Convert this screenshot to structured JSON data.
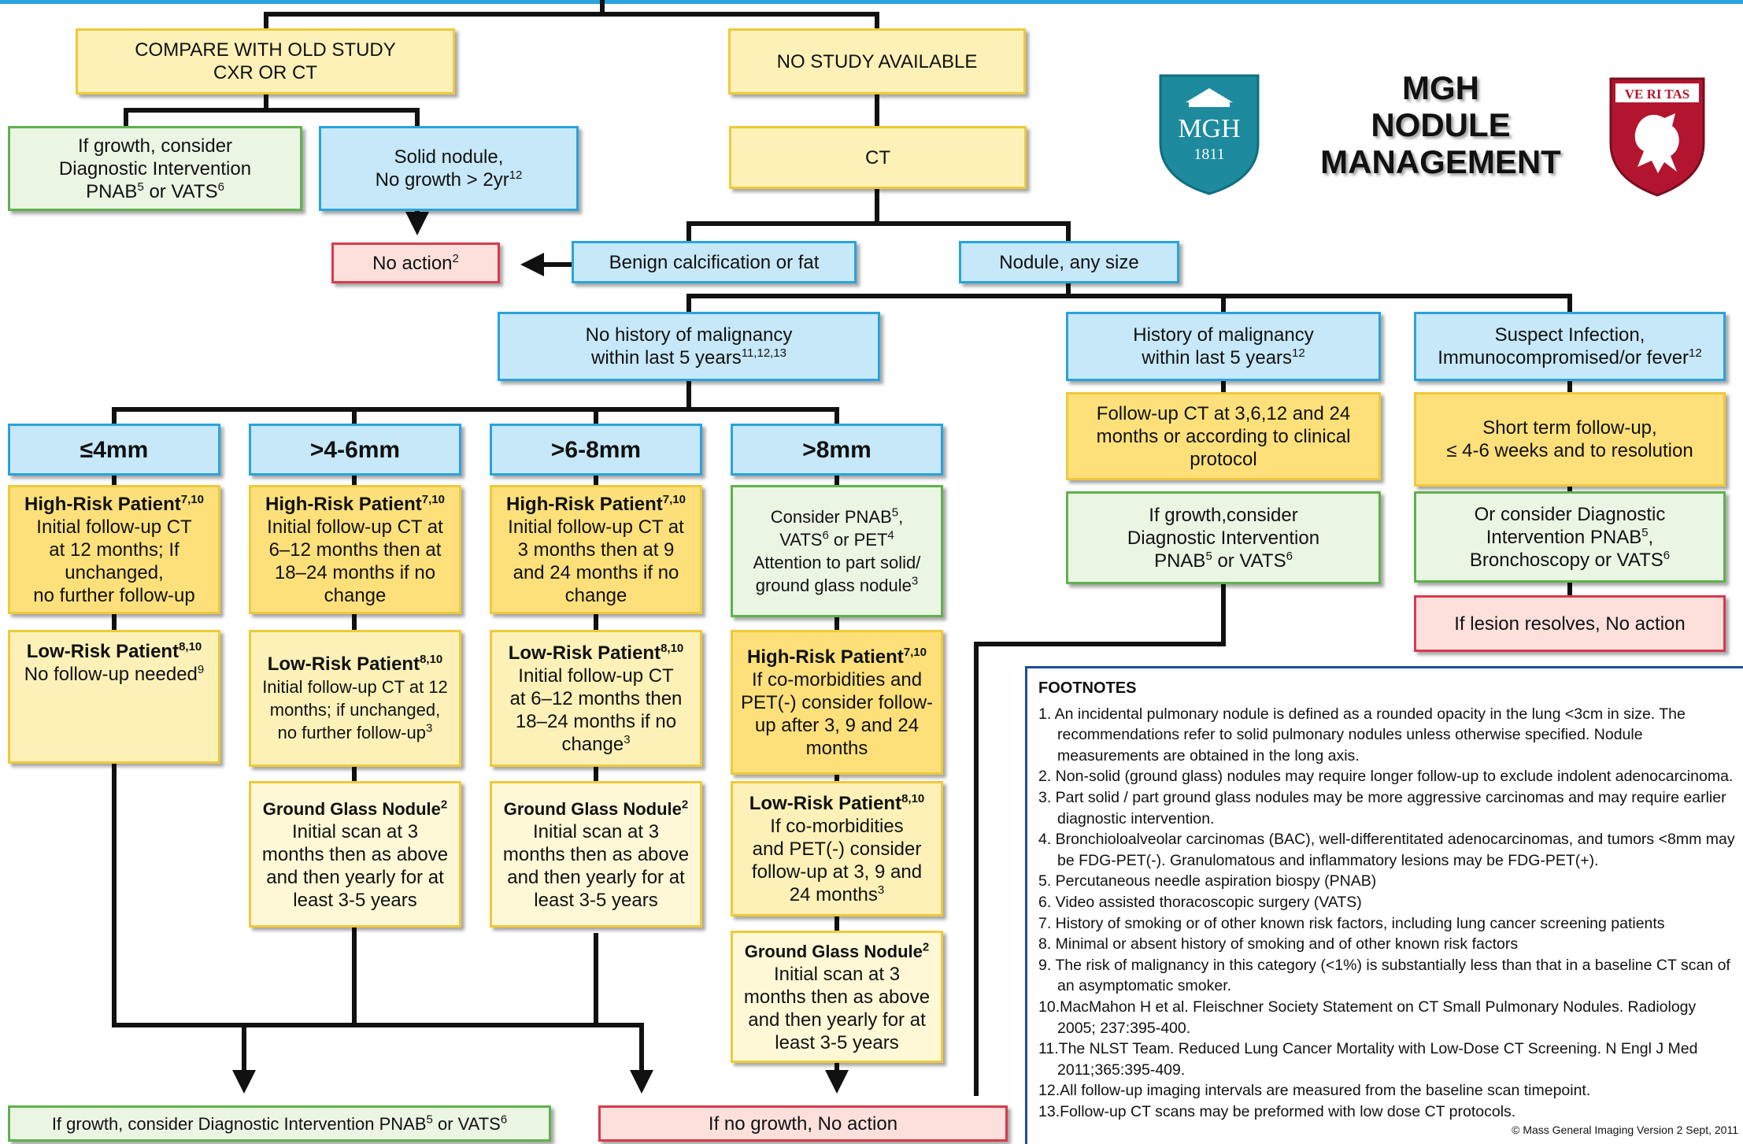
{
  "title": {
    "line1": "MGH",
    "line2": "NODULE",
    "line3": "MANAGEMENT"
  },
  "logos": {
    "mgh_text": "MGH",
    "mgh_year": "1811",
    "harvard_text": "VE RI TAS"
  },
  "top": {
    "compare": {
      "line1": "COMPARE WITH OLD STUDY",
      "line2": "CXR OR CT"
    },
    "no_study": "NO STUDY AVAILABLE",
    "ct": "CT",
    "growth": {
      "line1": "If growth, consider",
      "line2": "Diagnostic Intervention",
      "line3a": "PNAB",
      "sup1": "5",
      "line3b": " or VATS",
      "sup2": "6"
    },
    "solid": {
      "line1": "Solid nodule,",
      "line2": "No growth > 2yr",
      "sup": "12"
    },
    "no_action": {
      "text": "No action",
      "sup": "2"
    },
    "benign": "Benign calcification or fat",
    "nodule_any": "Nodule, any size"
  },
  "branches": {
    "no_history": {
      "line1": "No history of malignancy",
      "line2": "within last 5 years",
      "sup": "11,12,13"
    },
    "history": {
      "line1": "History of malignancy",
      "line2": "within last 5 years",
      "sup": "12"
    },
    "infection": {
      "line1": "Suspect Infection,",
      "line2": "Immunocompromised/or fever",
      "sup": "12"
    },
    "history_follow": {
      "line1": "Follow-up CT at 3,6,12 and 24",
      "line2": "months or according to clinical",
      "line3": "protocol"
    },
    "history_growth": {
      "line1": "If growth,consider",
      "line2": "Diagnostic Intervention",
      "line3a": "PNAB",
      "sup1": "5",
      "line3b": " or VATS",
      "sup2": "6"
    },
    "infection_short": {
      "line1": "Short term follow-up,",
      "line2": "≤ 4-6 weeks and to resolution"
    },
    "infection_consider": {
      "line1": "Or consider Diagnostic",
      "line2a": "Intervention PNAB",
      "sup1": "5",
      "line2b": ",",
      "line3a": "Bronchoscopy or VATS",
      "sup2": "6"
    },
    "infection_resolves": "If lesion resolves, No action"
  },
  "sizes": {
    "s4": {
      "header": "≤4mm",
      "high_title": "High-Risk Patient",
      "high_sup": "7,10",
      "high_lines": [
        "Initial follow-up CT",
        "at 12 months; If",
        "unchanged,",
        "no further follow-up"
      ],
      "low_title": "Low-Risk Patient",
      "low_sup": "8,10",
      "low_line": "No follow-up needed",
      "low_line_sup": "9"
    },
    "s6": {
      "header": ">4-6mm",
      "high_title": "High-Risk Patient",
      "high_sup": "7,10",
      "high_lines": [
        "Initial follow-up CT at",
        "6–12 months then at",
        "18–24 months if no",
        "change"
      ],
      "low_title": "Low-Risk Patient",
      "low_sup": "8,10",
      "low_lines": [
        "Initial follow-up CT at 12",
        "months; if unchanged,"
      ],
      "low_last": "no further follow-up",
      "low_last_sup": "3",
      "gg_title": "Ground Glass Nodule",
      "gg_sup": "2",
      "gg_lines": [
        "Initial scan at 3",
        "months then as above",
        "and then yearly for at",
        "least 3-5 years"
      ]
    },
    "s8": {
      "header": ">6-8mm",
      "high_title": "High-Risk Patient",
      "high_sup": "7,10",
      "high_lines": [
        "Initial follow-up CT at",
        "3 months then at 9",
        "and 24 months if no",
        "change"
      ],
      "low_title": "Low-Risk Patient",
      "low_sup": "8,10",
      "low_lines": [
        "Initial follow-up CT",
        "at 6–12 months then",
        "18–24 months if no"
      ],
      "low_last": "change",
      "low_last_sup": "3",
      "gg_title": "Ground Glass Nodule",
      "gg_sup": "2",
      "gg_lines": [
        "Initial scan at 3",
        "months then as above",
        "and then yearly for at",
        "least 3-5 years"
      ]
    },
    "s9": {
      "header": ">8mm",
      "consider": {
        "l1a": "Consider PNAB",
        "l1s": "5",
        "l1b": ",",
        "l2a": "VATS",
        "l2s": "6",
        "l2b": " or PET",
        "l2s2": "4",
        "l3": "Attention to part solid/",
        "l4a": "ground glass nodule",
        "l4s": "3"
      },
      "high_title": "High-Risk Patient",
      "high_sup": "7,10",
      "high_lines": [
        "If co-morbidities and",
        "PET(-) consider follow-",
        "up after 3, 9 and 24",
        "months"
      ],
      "low_title": "Low-Risk Patient",
      "low_sup": "8,10",
      "low_lines": [
        "If co-morbidities",
        "and PET(-) consider",
        "follow-up at 3, 9 and"
      ],
      "low_last": "24 months",
      "low_last_sup": "3",
      "gg_title": "Ground Glass Nodule",
      "gg_sup": "2",
      "gg_lines": [
        "Initial scan at 3",
        "months then as above",
        "and then yearly for at",
        "least 3-5 years"
      ]
    }
  },
  "bottom": {
    "growth": {
      "a": "If growth, consider Diagnostic Intervention PNAB",
      "s1": "5",
      "b": " or VATS",
      "s2": "6"
    },
    "no_growth": "If no growth, No action"
  },
  "footnotes": {
    "heading": "FOOTNOTES",
    "items": [
      "1. An incidental pulmonary nodule is defined as a rounded opacity in the lung <3cm in size. The recommendations refer to solid pulmonary nodules unless otherwise specified. Nodule measurements are obtained in the long axis.",
      "2. Non-solid (ground glass) nodules may require longer follow-up to exclude indolent adenocarcinoma.",
      "3. Part solid / part ground glass nodules may be more aggressive carcinomas and may require earlier diagnostic intervention.",
      "4. Bronchioloalveolar carcinomas (BAC), well-differentitated adenocarcinomas, and tumors <8mm may be FDG-PET(-). Granulomatous and inflammatory lesions may be FDG-PET(+).",
      "5. Percutaneous needle aspiration biospy (PNAB)",
      "6. Video assisted thoracoscopic surgery (VATS)",
      "7. History of smoking or of other known risk factors, including lung cancer screening patients",
      "8. Minimal or absent history of smoking and of other known risk factors",
      "9. The risk of malignancy in this category (<1%) is substantially less than that in a baseline CT scan of an asymptomatic smoker.",
      "10.MacMahon H et al. Fleischner Society Statement on CT Small Pulmonary Nodules. Radiology 2005; 237:395-400.",
      "11.The NLST Team. Reduced Lung Cancer Mortality with Low-Dose CT Screening. N Engl J Med 2011;365:395-409.",
      "12.All follow-up imaging intervals are measured from the baseline scan timepoint.",
      "13.Follow-up CT scans may be preformed with low dose CT protocols."
    ],
    "copyright": "© Mass General Imaging  Version 2 Sept, 2011"
  },
  "colors": {
    "blue_border": "#29a3dc",
    "yellow_border": "#f0c93a",
    "green_border": "#5fb24c",
    "red_border": "#d93a4c",
    "footnote_border": "#1a4f9c"
  }
}
